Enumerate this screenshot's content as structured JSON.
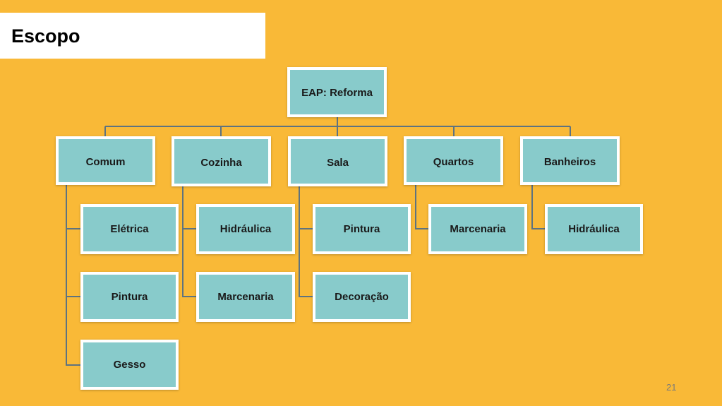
{
  "slide": {
    "title": "Escopo",
    "page_number": "21"
  },
  "colors": {
    "background": "#F9B937",
    "node_fill": "#88CBCB",
    "node_border": "#FFFFFF",
    "connector": "#5E7380"
  },
  "wbs": {
    "root": "EAP: Reforma",
    "categories": [
      {
        "label": "Comum",
        "children": [
          "Elétrica",
          "Pintura",
          "Gesso"
        ]
      },
      {
        "label": "Cozinha",
        "children": [
          "Hidráulica",
          "Marcenaria"
        ]
      },
      {
        "label": "Sala",
        "children": [
          "Pintura",
          "Decoração"
        ]
      },
      {
        "label": "Quartos",
        "children": [
          "Marcenaria"
        ]
      },
      {
        "label": "Banheiros",
        "children": [
          "Hidráulica"
        ]
      }
    ]
  }
}
